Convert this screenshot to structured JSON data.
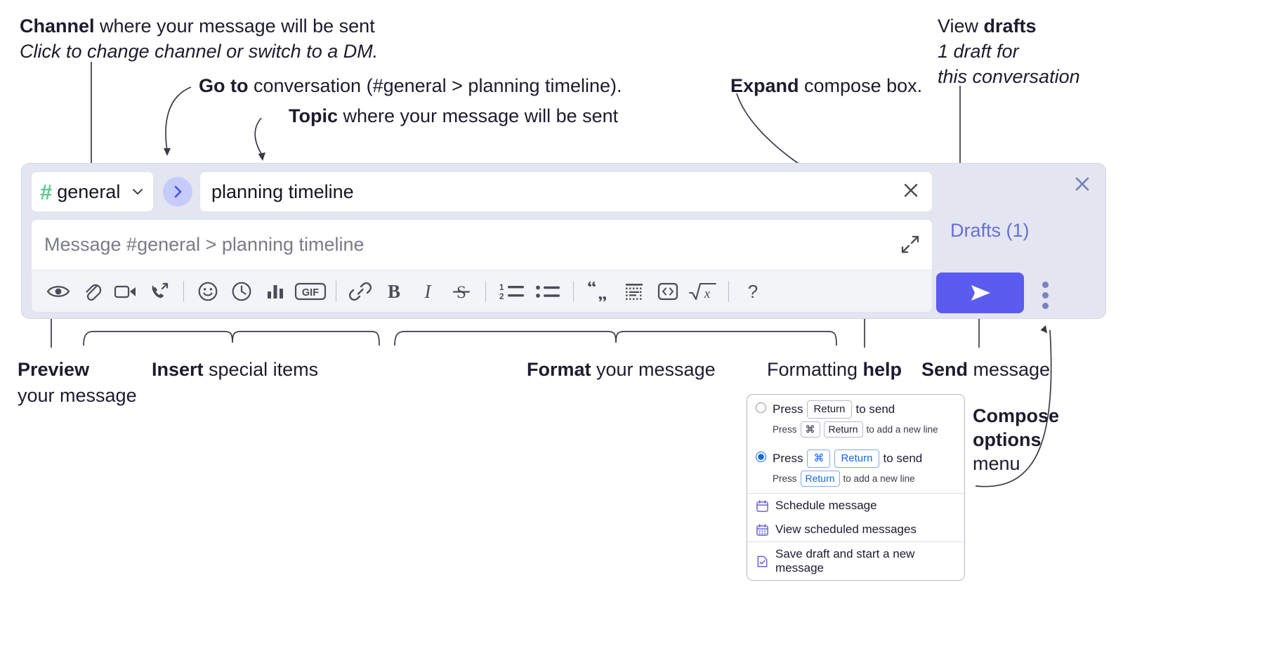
{
  "annotations": {
    "channel": {
      "bold": "Channel",
      "rest": " where your message will be sent",
      "italic": "Click to change channel or switch to a DM."
    },
    "goto": {
      "bold": "Go to",
      "rest": " conversation (#general > planning timeline)."
    },
    "topic": {
      "bold": "Topic",
      "rest": " where your message will be sent"
    },
    "expand": {
      "bold": "Expand",
      "rest": " compose box."
    },
    "drafts": {
      "line1_rest": "View ",
      "line1_bold": "drafts",
      "line2": "1 draft for",
      "line3": "this conversation"
    },
    "preview": {
      "bold": "Preview",
      "line2": "your message"
    },
    "insert": {
      "bold": "Insert",
      "rest": " special items"
    },
    "format": {
      "bold": "Format",
      "rest": " your message"
    },
    "help": {
      "rest": "Formatting ",
      "bold": "help"
    },
    "send": {
      "bold": "Send",
      "rest": " message"
    },
    "compose_options": {
      "line1": "Compose",
      "line2": "options",
      "line3": "menu"
    }
  },
  "compose": {
    "channel_name": "general",
    "channel_hash": "#",
    "topic_value": "planning timeline",
    "message_placeholder": "Message #general > planning timeline",
    "drafts_label": "Drafts (1)",
    "icons": {
      "goto": "chevron-right-icon",
      "clear_topic": "close-icon",
      "expand": "expand-icon",
      "close": "close-icon",
      "send": "send-icon",
      "more": "kebab-menu-icon"
    },
    "toolbar": [
      {
        "name": "preview-icon",
        "label": "Preview"
      },
      {
        "name": "attachment-icon",
        "label": "Attach file"
      },
      {
        "name": "video-icon",
        "label": "Record video clip"
      },
      {
        "name": "audio-call-icon",
        "label": "Record audio clip"
      },
      {
        "name": "divider",
        "label": ""
      },
      {
        "name": "emoji-icon",
        "label": "Emoji"
      },
      {
        "name": "clock-icon",
        "label": "Reminder"
      },
      {
        "name": "poll-icon",
        "label": "Poll"
      },
      {
        "name": "gif-icon",
        "label": "GIF"
      },
      {
        "name": "divider",
        "label": ""
      },
      {
        "name": "link-icon",
        "label": "Link"
      },
      {
        "name": "bold-icon",
        "label": "B"
      },
      {
        "name": "italic-icon",
        "label": "I"
      },
      {
        "name": "strikethrough-icon",
        "label": "S"
      },
      {
        "name": "divider",
        "label": ""
      },
      {
        "name": "ordered-list-icon",
        "label": "Ordered list"
      },
      {
        "name": "bulleted-list-icon",
        "label": "Bulleted list"
      },
      {
        "name": "divider",
        "label": ""
      },
      {
        "name": "blockquote-icon",
        "label": "Blockquote"
      },
      {
        "name": "code-block-icon",
        "label": "Code block"
      },
      {
        "name": "inline-code-icon",
        "label": "Inline code"
      },
      {
        "name": "math-icon",
        "label": "Math"
      },
      {
        "name": "divider",
        "label": ""
      },
      {
        "name": "help-icon",
        "label": "?"
      }
    ]
  },
  "popup": {
    "options": [
      {
        "selected": false,
        "pre": "Press",
        "key": "Return",
        "post": "to send",
        "sub_pre": "Press",
        "sub_key1": "⌘",
        "sub_key2": "Return",
        "sub_post": "to add a new line"
      },
      {
        "selected": true,
        "pre": "Press",
        "key1": "⌘",
        "key2": "Return",
        "post": "to send",
        "sub_pre": "Press",
        "sub_key": "Return",
        "sub_post": "to add a new line"
      }
    ],
    "menu_items": [
      {
        "icon": "calendar-icon",
        "label": "Schedule message"
      },
      {
        "icon": "calendar-grid-icon",
        "label": "View scheduled messages"
      },
      {
        "icon": "save-draft-icon",
        "label": "Save draft and start a new message"
      }
    ]
  },
  "colors": {
    "compose_bg": "#e3e5f1",
    "send_button": "#5b5bf0",
    "hash_green": "#5fc98f",
    "drafts_text": "#6a6fd4",
    "goto_circle": "#c5cbfb",
    "accent_blue": "#1168e3",
    "menu_icon_purple": "#6b64d6"
  }
}
